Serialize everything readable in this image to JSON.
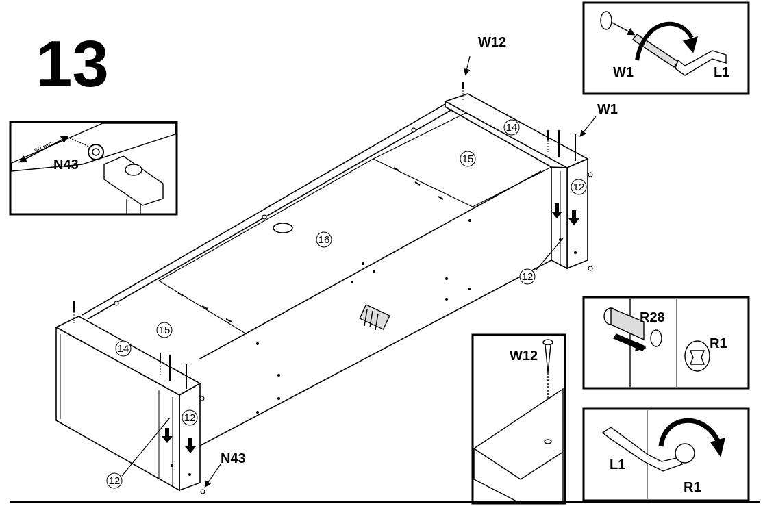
{
  "step_number": "13",
  "labels": {
    "w12_top": "W12",
    "w1_side": "W1",
    "n43_bottom": "N43",
    "part_14_back": "14",
    "part_14_front": "14",
    "part_15_back": "15",
    "part_15_front": "15",
    "part_16": "16",
    "part_12_right_side": "12",
    "part_12_right_lead": "12",
    "part_12_left_side": "12",
    "part_12_left_lead": "12"
  },
  "inset_cam": {
    "w1": "W1",
    "l1": "L1"
  },
  "inset_n43": {
    "n43": "N43",
    "measure": "50 mm"
  },
  "inset_cam_lock": {
    "r28": "R28",
    "r1": "R1"
  },
  "inset_screw": {
    "w12": "W12"
  },
  "inset_turn": {
    "l1": "L1",
    "r1": "R1"
  }
}
